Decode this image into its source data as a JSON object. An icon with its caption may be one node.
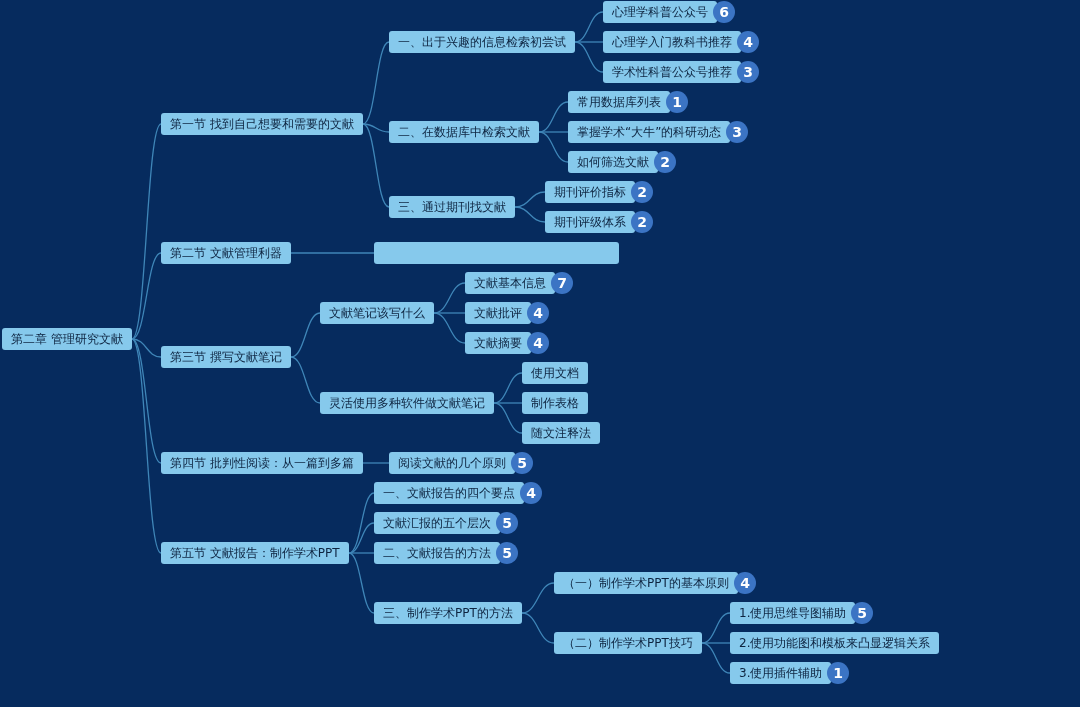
{
  "diagram": {
    "nodes": [
      {
        "text": [
          "第二章 管理研究文献"
        ]
      },
      {
        "text": [
          "第一节 找到自己想要和需要的文献"
        ]
      },
      {
        "text": [
          "一、出于兴趣的信息检索初尝试"
        ]
      },
      {
        "text": [
          "心理学科普公众号"
        ],
        "beside": [
          "6"
        ]
      },
      {
        "text": [
          "心理学入门教科书推荐"
        ],
        "beside": [
          "4"
        ]
      },
      {
        "text": [
          "学术性科普公众号推荐"
        ],
        "beside": [
          "3"
        ]
      },
      {
        "text": [
          "二、在数据库中检索文献"
        ]
      },
      {
        "text": [
          "常用数据库列表"
        ],
        "beside": [
          "1"
        ]
      },
      {
        "text": [
          "掌握学术“大牛”的科研动态"
        ],
        "beside": [
          "3"
        ]
      },
      {
        "text": [
          "如何筛选文献"
        ],
        "beside": [
          "2"
        ]
      },
      {
        "text": [
          "三、通过期刊找文献"
        ]
      },
      {
        "text": [
          "期刊评价指标"
        ],
        "beside": [
          "2"
        ]
      },
      {
        "text": [
          "期刊评级体系"
        ],
        "beside": [
          "2"
        ]
      },
      {
        "text": [
          "第二节 文献管理利器"
        ]
      },
      {
        "text": [],
        "shape": "box"
      },
      {
        "text": [
          "第三节 撰写文献笔记"
        ]
      },
      {
        "text": [
          "文献笔记该写什么"
        ]
      },
      {
        "text": [
          "文献基本信息"
        ],
        "beside": [
          "7"
        ]
      },
      {
        "text": [
          "文献批评"
        ],
        "beside": [
          "4"
        ]
      },
      {
        "text": [
          "文献摘要"
        ],
        "beside": [
          "4"
        ]
      },
      {
        "text": [
          "灵活使用多种软件做文献笔记"
        ]
      },
      {
        "text": [
          "使用文档"
        ]
      },
      {
        "text": [
          "制作表格"
        ]
      },
      {
        "text": [
          "随文注释法"
        ]
      },
      {
        "text": [
          "第四节 批判性阅读：从一篇到多篇"
        ]
      },
      {
        "text": [
          "阅读文献的几个原则"
        ],
        "beside": [
          "5"
        ]
      },
      {
        "text": [
          "第五节 文献报告：制作学术PPT"
        ]
      },
      {
        "text": [
          "一、文献报告的四个要点"
        ],
        "beside": [
          "4"
        ]
      },
      {
        "text": [
          "文献汇报的五个层次"
        ],
        "beside": [
          "5"
        ]
      },
      {
        "text": [
          "二、文献报告的方法"
        ],
        "beside": [
          "5"
        ]
      },
      {
        "text": [
          "三、制作学术PPT的方法"
        ]
      },
      {
        "text": [
          "（一）制作学术PPT的基本原则"
        ],
        "beside": [
          "4"
        ]
      },
      {
        "text": [
          "（二）制作学术PPT技巧"
        ]
      },
      {
        "text": [
          "1.使用思维导图辅助"
        ],
        "beside": [
          "5"
        ]
      },
      {
        "text": [
          "2.使用功能图和模板来凸显逻辑关系"
        ]
      },
      {
        "text": [
          "3.使用插件辅助"
        ],
        "beside": [
          "1"
        ]
      }
    ],
    "edges": [
      {
        "from": 0,
        "to": 1,
        "arrow": "none"
      },
      {
        "from": 1,
        "to": 2,
        "arrow": "none"
      },
      {
        "from": 2,
        "to": 3,
        "arrow": "none"
      },
      {
        "from": 2,
        "to": 4,
        "arrow": "none"
      },
      {
        "from": 2,
        "to": 5,
        "arrow": "none"
      },
      {
        "from": 1,
        "to": 6,
        "arrow": "none"
      },
      {
        "from": 6,
        "to": 7,
        "arrow": "none"
      },
      {
        "from": 6,
        "to": 8,
        "arrow": "none"
      },
      {
        "from": 6,
        "to": 9,
        "arrow": "none"
      },
      {
        "from": 1,
        "to": 10,
        "arrow": "none"
      },
      {
        "from": 10,
        "to": 11,
        "arrow": "none"
      },
      {
        "from": 10,
        "to": 12,
        "arrow": "none"
      },
      {
        "from": 0,
        "to": 13,
        "arrow": "none"
      },
      {
        "from": 13,
        "to": 14,
        "arrow": "none"
      },
      {
        "from": 0,
        "to": 15,
        "arrow": "none"
      },
      {
        "from": 15,
        "to": 16,
        "arrow": "none"
      },
      {
        "from": 16,
        "to": 17,
        "arrow": "none"
      },
      {
        "from": 16,
        "to": 18,
        "arrow": "none"
      },
      {
        "from": 16,
        "to": 19,
        "arrow": "none"
      },
      {
        "from": 15,
        "to": 20,
        "arrow": "none"
      },
      {
        "from": 20,
        "to": 21,
        "arrow": "none"
      },
      {
        "from": 20,
        "to": 22,
        "arrow": "none"
      },
      {
        "from": 20,
        "to": 23,
        "arrow": "none"
      },
      {
        "from": 0,
        "to": 24,
        "arrow": "none"
      },
      {
        "from": 24,
        "to": 25,
        "arrow": "none"
      },
      {
        "from": 0,
        "to": 26,
        "arrow": "none"
      },
      {
        "from": 26,
        "to": 27,
        "arrow": "none"
      },
      {
        "from": 26,
        "to": 28,
        "arrow": "none"
      },
      {
        "from": 26,
        "to": 29,
        "arrow": "none"
      },
      {
        "from": 26,
        "to": 30,
        "arrow": "none"
      },
      {
        "from": 30,
        "to": 31,
        "arrow": "none"
      },
      {
        "from": 30,
        "to": 32,
        "arrow": "none"
      },
      {
        "from": 32,
        "to": 33,
        "arrow": "none"
      },
      {
        "from": 32,
        "to": 34,
        "arrow": "none"
      },
      {
        "from": 32,
        "to": 35,
        "arrow": "none"
      }
    ]
  }
}
